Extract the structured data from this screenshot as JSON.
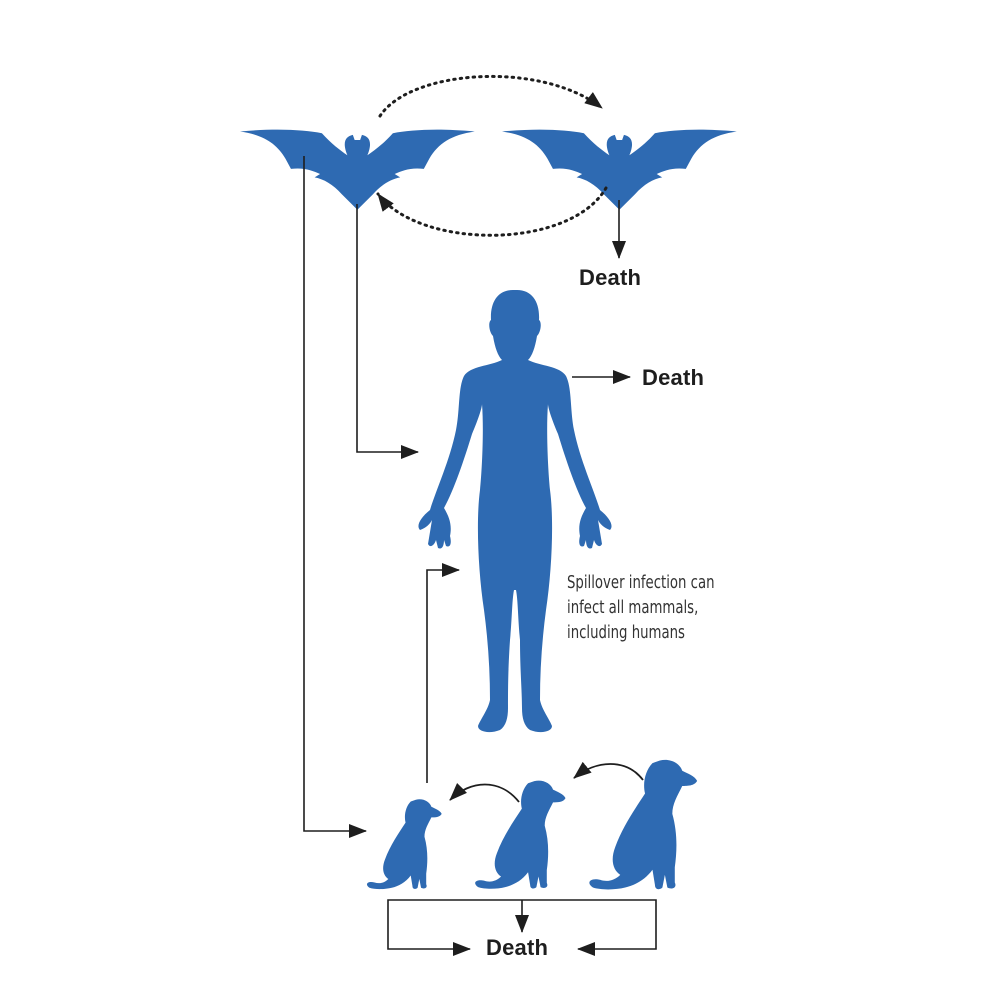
{
  "diagram": {
    "type": "transmission-cycle",
    "colors": {
      "silhouette": "#2e6ab2",
      "arrow": "#1e1e1e",
      "text": "#1e1e1e",
      "caption": "#333333"
    },
    "nodes": {
      "bat_left": {
        "icon": "bat-icon"
      },
      "bat_right": {
        "icon": "bat-icon"
      },
      "human": {
        "icon": "human-icon"
      },
      "dogs": [
        {
          "icon": "dog-icon",
          "size": "small"
        },
        {
          "icon": "dog-icon",
          "size": "medium"
        },
        {
          "icon": "dog-icon",
          "size": "large"
        }
      ]
    },
    "labels": {
      "death_bat": "Death",
      "death_human": "Death",
      "death_dogs": "Death"
    },
    "caption": {
      "lines": [
        "Spillover infection can",
        "infect all mammals,",
        "including humans"
      ]
    },
    "edges": [
      {
        "from": "bat_left",
        "to": "bat_right",
        "style": "dotted"
      },
      {
        "from": "bat_right",
        "to": "bat_left",
        "style": "dotted"
      },
      {
        "from": "bat_right",
        "to": "death_bat",
        "style": "solid"
      },
      {
        "from": "bat_left",
        "to": "human",
        "style": "solid"
      },
      {
        "from": "bat_left",
        "to": "dog_small",
        "style": "solid"
      },
      {
        "from": "human",
        "to": "death_human",
        "style": "solid"
      },
      {
        "from": "dog_small",
        "to": "human",
        "style": "solid"
      },
      {
        "from": "dog_medium",
        "to": "dog_small",
        "style": "curved"
      },
      {
        "from": "dog_large",
        "to": "dog_medium",
        "style": "curved"
      },
      {
        "from": "dogs",
        "to": "death_dogs",
        "style": "solid"
      }
    ]
  }
}
